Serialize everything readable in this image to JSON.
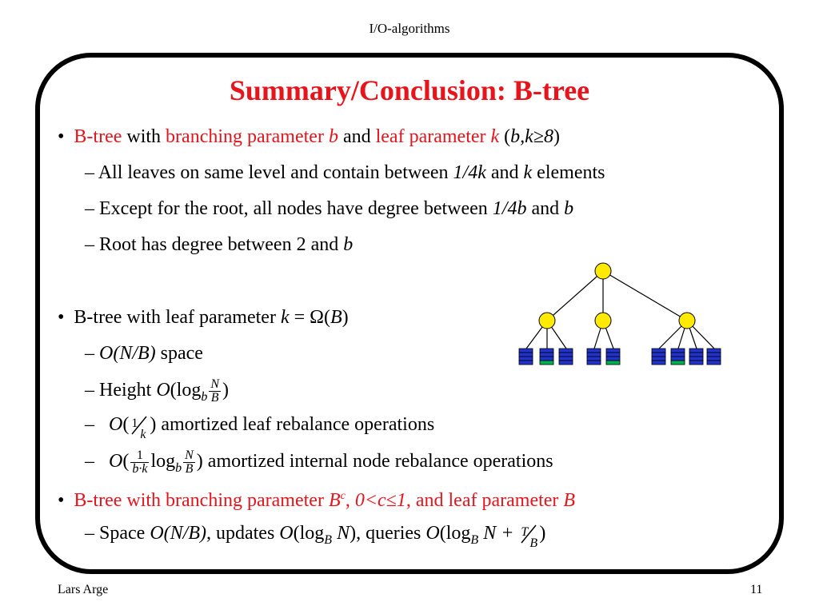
{
  "header": "I/O-algorithms",
  "title": "Summary/Conclusion: B-tree",
  "lines": {
    "l1": {
      "bullet": "•",
      "a": "B-tree",
      "b": " with ",
      "c": "branching parameter ",
      "d": "b",
      "e": " and ",
      "f": "leaf parameter ",
      "g": "k",
      "h": " (",
      "i": "b,k≥8",
      "j": ")"
    },
    "l2": {
      "dash": "–",
      "a": "All leaves on same level and contain between ",
      "b": "1/4k",
      "c": " and ",
      "d": "k",
      "e": " elements"
    },
    "l3": {
      "dash": "–",
      "a": "Except for the root, all nodes have degree between ",
      "b": "1/4b",
      "c": " and ",
      "d": "b"
    },
    "l4": {
      "dash": "–",
      "a": "Root has degree between 2 and ",
      "b": "b"
    },
    "l5": {
      "bullet": "•",
      "a": "B-tree with leaf parameter ",
      "m1": "k",
      "m2": " = Ω(",
      "m3": "B",
      "m4": ")"
    },
    "l6": {
      "dash": "–",
      "a": "O(N/B)",
      "b": " space"
    },
    "l7": {
      "dash": "–",
      "a": "Height ",
      "m1": "O",
      "m2": "(log",
      "sub": "b",
      "fn": "N",
      "fd": "B",
      "m3": ")"
    },
    "l8": {
      "dash": "–",
      "m1": "O",
      "m2": "(",
      "fn": "1",
      "fd": "k",
      "m3": ")",
      "a": " amortized leaf rebalance operations"
    },
    "l9": {
      "dash": "–",
      "m1": "O",
      "m2": "(",
      "fn": "1",
      "fd": "b·k",
      "m3": "log",
      "sub": "b",
      "fn2": "N",
      "fd2": "B",
      "m4": ")",
      "a": " amortized internal node rebalance operations"
    },
    "l10": {
      "bullet": "•",
      "a": "B-tree with branching parameter ",
      "b": "B",
      "sup": "c",
      "c": ", ",
      "d": "0<c≤1",
      "e": ", and leaf parameter ",
      "f": "B"
    },
    "l11": {
      "dash": "–",
      "a": "Space ",
      "b": "O(N/B),",
      "c": " updates ",
      "m1": "O",
      "m2": "(log",
      "sub1": "B",
      "m3": " N",
      "m4": ")",
      "d": ", queries ",
      "m5": "O",
      "m6": "(log",
      "sub2": "B",
      "m7": " N + ",
      "fn": "T",
      "fd": "B",
      "m8": ")"
    }
  },
  "footer": {
    "author": "Lars Arge",
    "page": "11"
  },
  "colors": {
    "accent": "#e8141c",
    "node": "#ffea00",
    "leaf": "#2233cc",
    "leaf_partial": "#00b050"
  }
}
